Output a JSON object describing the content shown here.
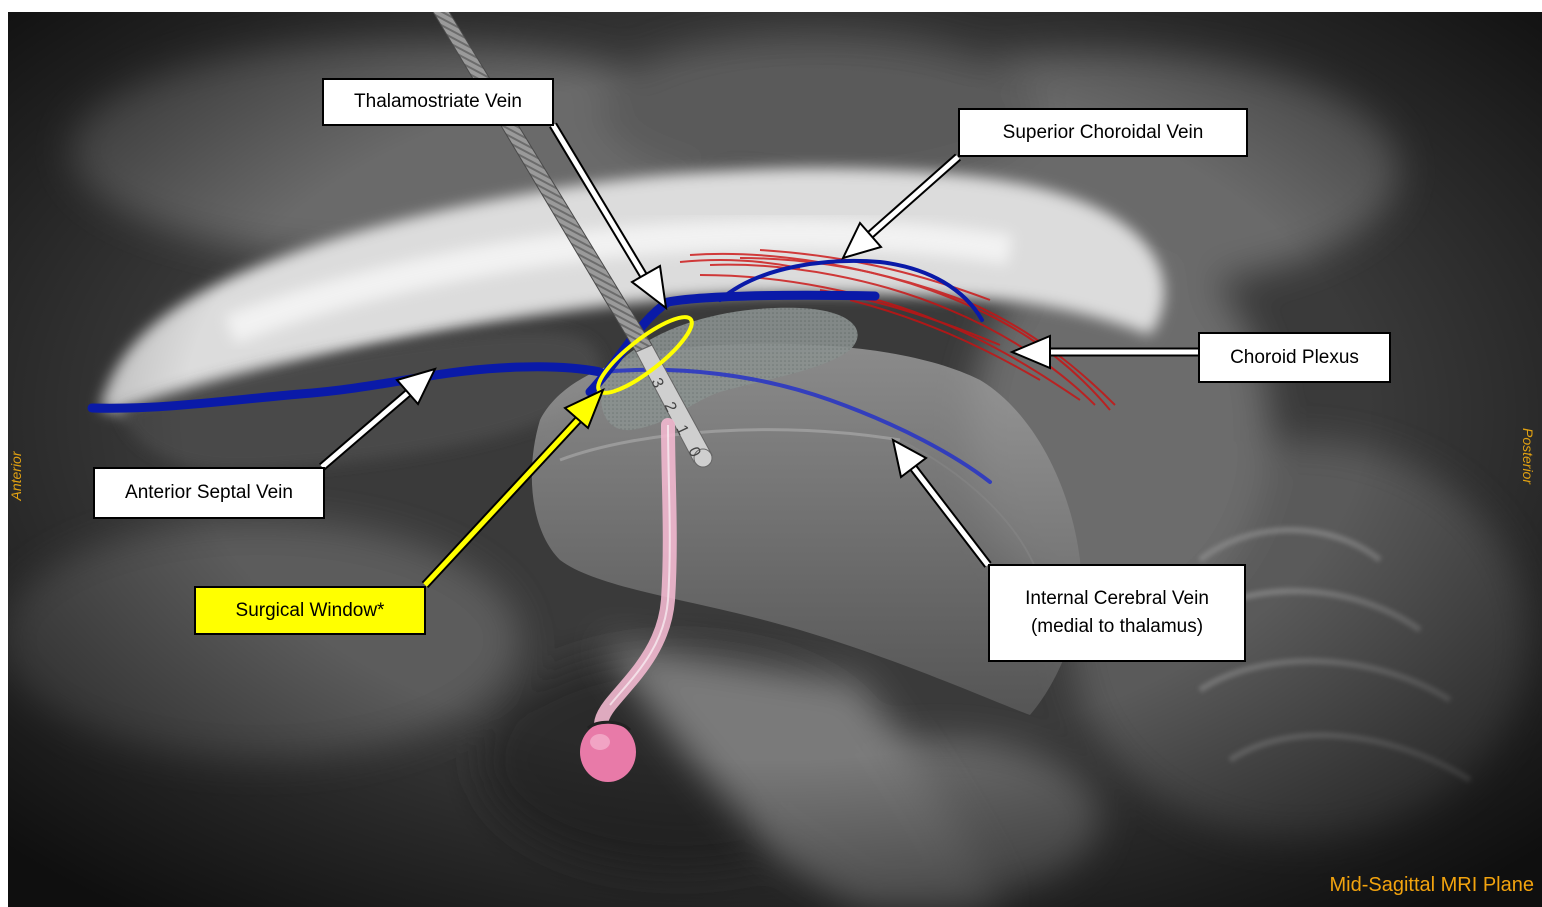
{
  "labels": {
    "thalamostriate_vein": "Thalamostriate Vein",
    "superior_choroidal_vein": "Superior Choroidal Vein",
    "choroid_plexus": "Choroid Plexus",
    "anterior_septal_vein": "Anterior Septal Vein",
    "surgical_window": "Surgical Window*",
    "internal_cerebral_vein_line1": "Internal Cerebral Vein",
    "internal_cerebral_vein_line2": "(medial to thalamus)"
  },
  "orientation": {
    "anterior": "Anterior",
    "posterior": "Posterior"
  },
  "plane_label": "Mid-Sagittal MRI Plane",
  "electrode_contacts": [
    "3",
    "2",
    "1",
    "0"
  ],
  "colors": {
    "vein_blue": "#0a1aa8",
    "choroid_red": "#cc1010",
    "tract_pink": "#f2b8cf",
    "target_pink": "#e87aa8",
    "window_yellow": "#ffff00",
    "label_orange": "#f2a30e"
  }
}
